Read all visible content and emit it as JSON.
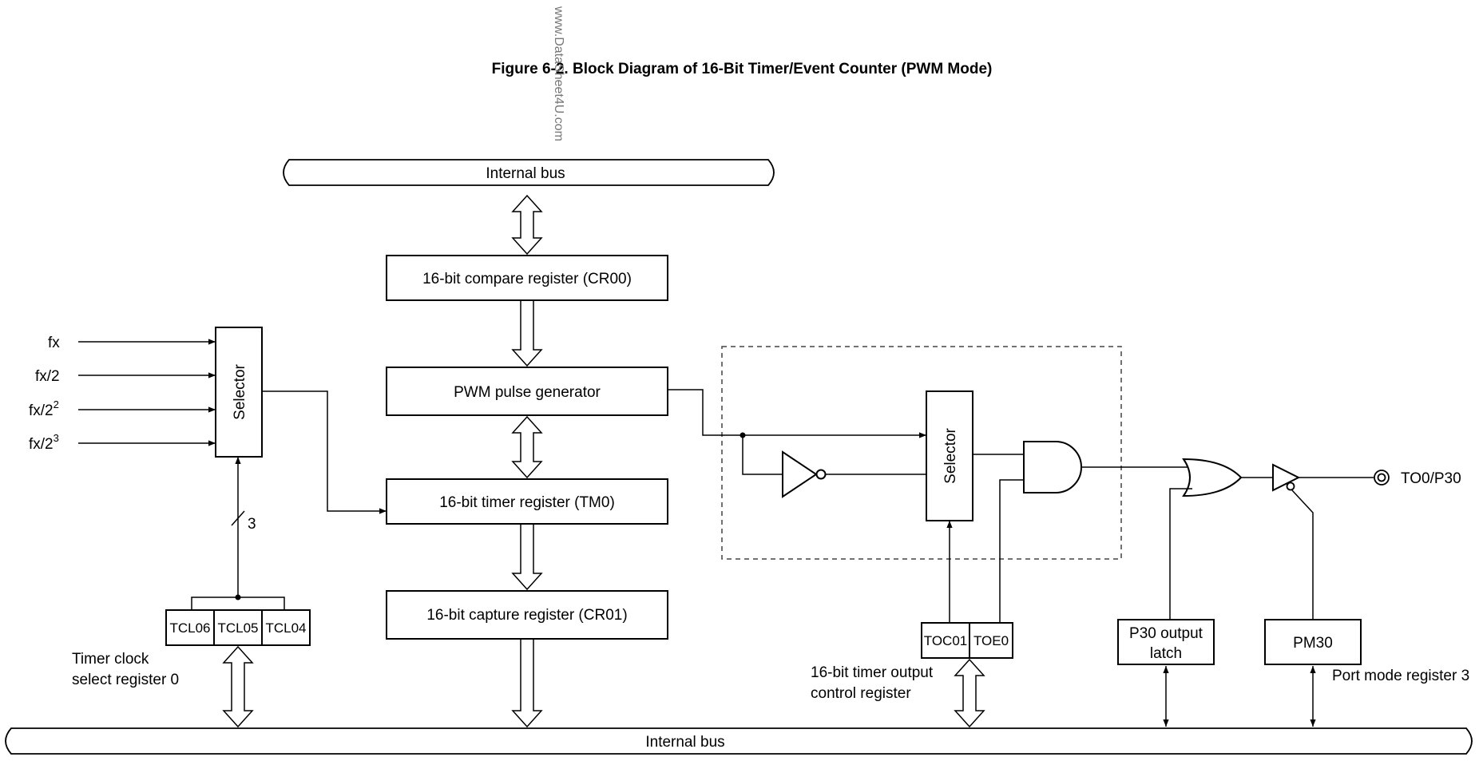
{
  "figure_title": "Figure 6-2.  Block Diagram of 16-Bit Timer/Event Counter (PWM Mode)",
  "watermark": "www.DataSheet4U.com",
  "internal_bus_top": "Internal bus",
  "internal_bus_bottom": "Internal bus",
  "blocks": {
    "cr00": "16-bit compare register (CR00)",
    "pwm": "PWM pulse generator",
    "tm0": "16-bit timer register (TM0)",
    "cr01": "16-bit capture register (CR01)"
  },
  "clock_inputs": {
    "fx": "fx",
    "fx2": "fx/2",
    "fx2_2": "fx/2",
    "fx2_2_exp": "2",
    "fx2_3": "fx/2",
    "fx2_3_exp": "3"
  },
  "selector_label": "Selector",
  "bus_width": "3",
  "tcl_register": {
    "cells": [
      "TCL06",
      "TCL05",
      "TCL04"
    ],
    "caption_line1": "Timer clock",
    "caption_line2": "select register 0"
  },
  "toc_register": {
    "cells": [
      "TOC01",
      "TOE0"
    ],
    "caption_line1": "16-bit timer output",
    "caption_line2": "control register"
  },
  "p30_latch": {
    "line1": "P30 output",
    "line2": "latch"
  },
  "pm30": {
    "label": "PM30",
    "caption": "Port mode register 3"
  },
  "output_pin": "TO0/P30"
}
